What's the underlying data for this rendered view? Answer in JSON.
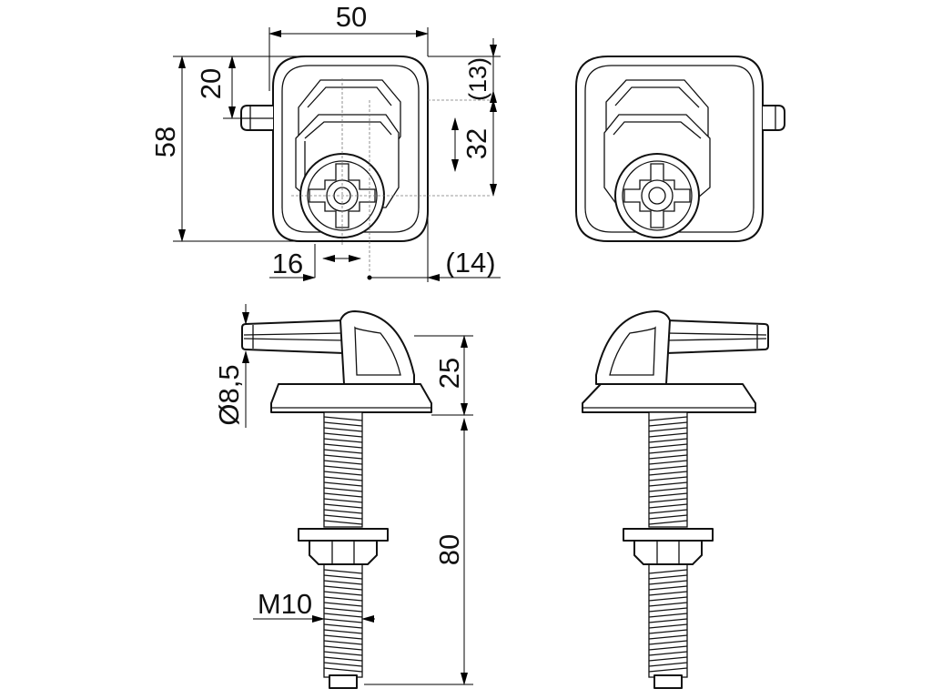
{
  "drawing": {
    "dimensions": {
      "top_width": "50",
      "top_height": "58",
      "top_offset": "20",
      "top_small": "(13)",
      "top_travel": "32",
      "top_center": "16",
      "top_right": "(14)",
      "side_diameter": "Ø8,5",
      "side_head": "25",
      "side_length": "80",
      "side_thread": "M10"
    }
  },
  "colors": {
    "line": "#111111",
    "center_line": "#777777",
    "background": "#ffffff"
  }
}
